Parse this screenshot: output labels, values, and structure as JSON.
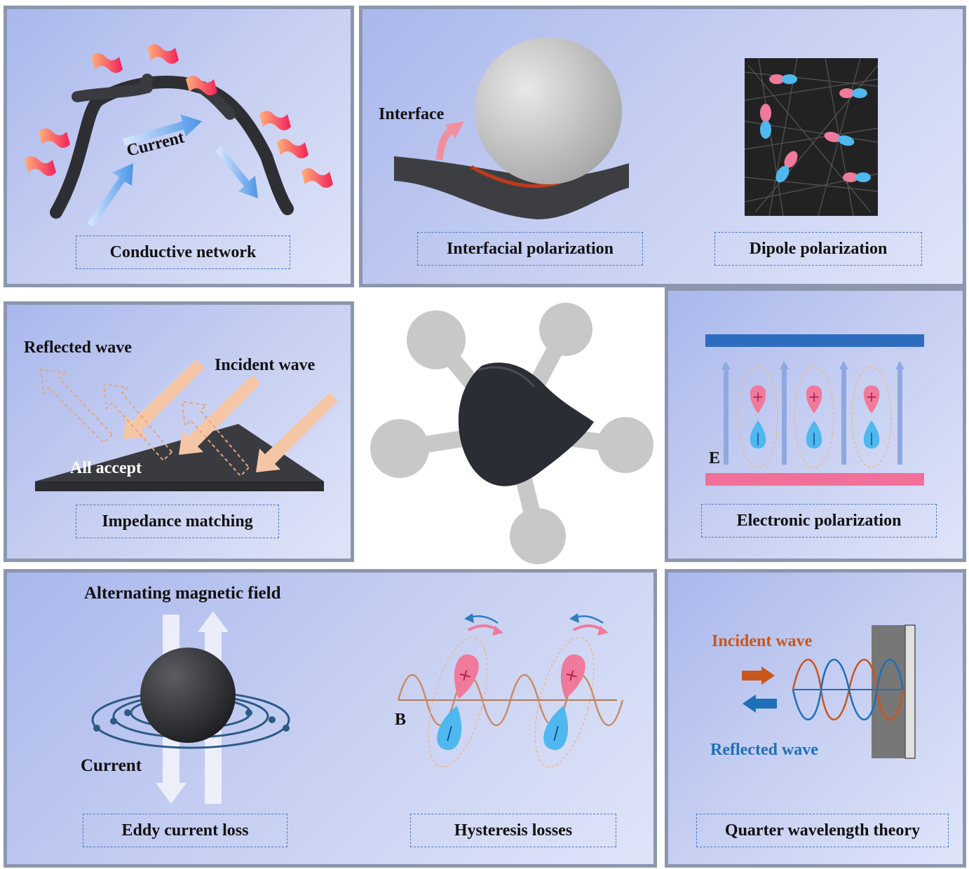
{
  "panels": {
    "conductive": {
      "caption": "Conductive network",
      "current_label": "Current"
    },
    "interfacial": {
      "caption": "Interfacial polarization",
      "interface_label": "Interface"
    },
    "dipole": {
      "caption": "Dipole polarization"
    },
    "impedance": {
      "caption": "Impedance matching",
      "reflected_label": "Reflected wave",
      "incident_label": "Incident wave",
      "accept_label": "All accept"
    },
    "electronic": {
      "caption": "Electronic polarization",
      "field_label": "E"
    },
    "eddy": {
      "caption": "Eddy current loss",
      "field_label": "Alternating magnetic field",
      "current_label": "Current"
    },
    "hysteresis": {
      "caption": "Hysteresis losses",
      "field_label": "B"
    },
    "quarter": {
      "caption": "Quarter wavelength theory",
      "incident_label": "Incident wave",
      "reflected_label": "Reflected wave"
    }
  },
  "colors": {
    "panel_border": "#8c97ad",
    "caption_border": "#4a79c8",
    "positive": "#f07a9c",
    "negative": "#4fb8ee",
    "incident": "#c9561a",
    "reflected": "#1d6fb8"
  }
}
